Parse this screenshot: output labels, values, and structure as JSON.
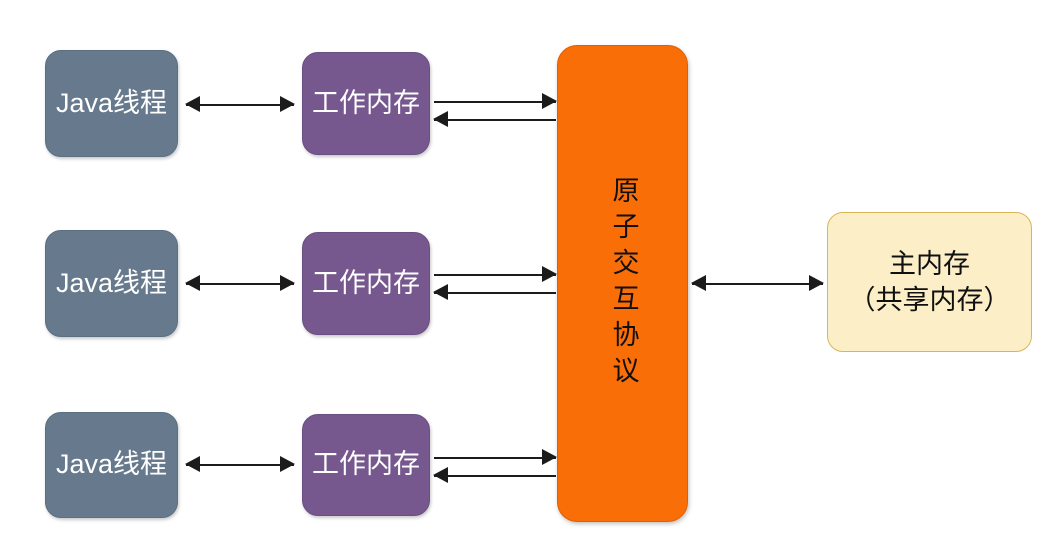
{
  "diagram": {
    "title": "Java Memory Model interaction diagram",
    "colors": {
      "thread_fill": "#67798d",
      "working_memory_fill": "#76588f",
      "protocol_fill": "#f96e07",
      "main_memory_fill": "#fcefc7",
      "main_memory_border": "#d6b656",
      "arrow": "#1b1b1b",
      "background": "#ffffff"
    },
    "threads": [
      {
        "label": "Java线程"
      },
      {
        "label": "Java线程"
      },
      {
        "label": "Java线程"
      }
    ],
    "working_memories": [
      {
        "label": "工作内存"
      },
      {
        "label": "工作内存"
      },
      {
        "label": "工作内存"
      }
    ],
    "protocol": {
      "label": "原子交互协议"
    },
    "main_memory": {
      "label": "主内存\n（共享内存）"
    },
    "connections": [
      {
        "name": "thread-to-working-memory-1",
        "from": "Java线程",
        "to": "工作内存",
        "style": "double-headed"
      },
      {
        "name": "thread-to-working-memory-2",
        "from": "Java线程",
        "to": "工作内存",
        "style": "double-headed"
      },
      {
        "name": "thread-to-working-memory-3",
        "from": "Java线程",
        "to": "工作内存",
        "style": "double-headed"
      },
      {
        "name": "working-memory-to-protocol-1",
        "from": "工作内存",
        "to": "原子交互协议",
        "style": "single-right"
      },
      {
        "name": "protocol-to-working-memory-1",
        "from": "原子交互协议",
        "to": "工作内存",
        "style": "single-left"
      },
      {
        "name": "working-memory-to-protocol-2",
        "from": "工作内存",
        "to": "原子交互协议",
        "style": "single-right"
      },
      {
        "name": "protocol-to-working-memory-2",
        "from": "原子交互协议",
        "to": "工作内存",
        "style": "single-left"
      },
      {
        "name": "working-memory-to-protocol-3",
        "from": "工作内存",
        "to": "原子交互协议",
        "style": "single-right"
      },
      {
        "name": "protocol-to-working-memory-3",
        "from": "原子交互协议",
        "to": "工作内存",
        "style": "single-left"
      },
      {
        "name": "protocol-to-main-memory",
        "from": "原子交互协议",
        "to": "主内存（共享内存）",
        "style": "double-headed"
      }
    ]
  }
}
